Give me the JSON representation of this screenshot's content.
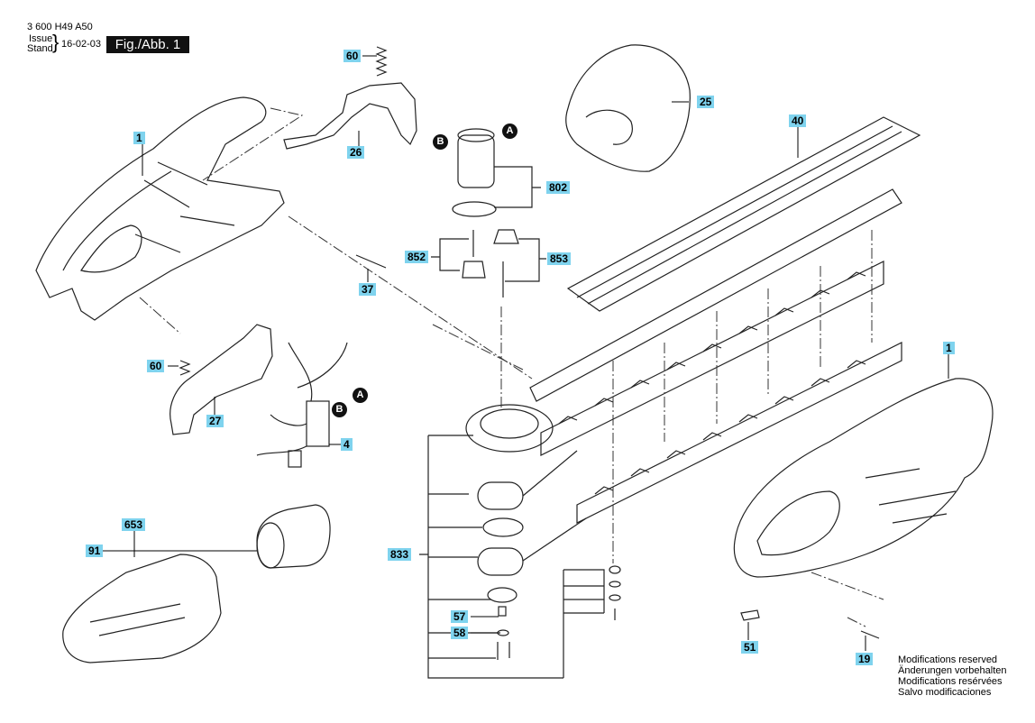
{
  "header": {
    "part_number": "3 600 H49 A50",
    "issue_label": "Issue",
    "stand_label": "Stand",
    "date": "16-02-03",
    "figure_label": "Fig./Abb. 1"
  },
  "callouts": {
    "p1a": "1",
    "p1b": "1",
    "p4": "4",
    "p19": "19",
    "p25": "25",
    "p26": "26",
    "p27": "27",
    "p37": "37",
    "p40": "40",
    "p51": "51",
    "p57": "57",
    "p58": "58",
    "p60a": "60",
    "p60b": "60",
    "p91": "91",
    "p653": "653",
    "p802": "802",
    "p833": "833",
    "p852": "852",
    "p853": "853"
  },
  "markers": {
    "a1": "A",
    "a2": "A",
    "b1": "B",
    "b2": "B"
  },
  "notes": [
    "Modifications reserved",
    "Änderungen vorbehalten",
    "Modifications resérvées",
    "Salvo modificaciones"
  ]
}
